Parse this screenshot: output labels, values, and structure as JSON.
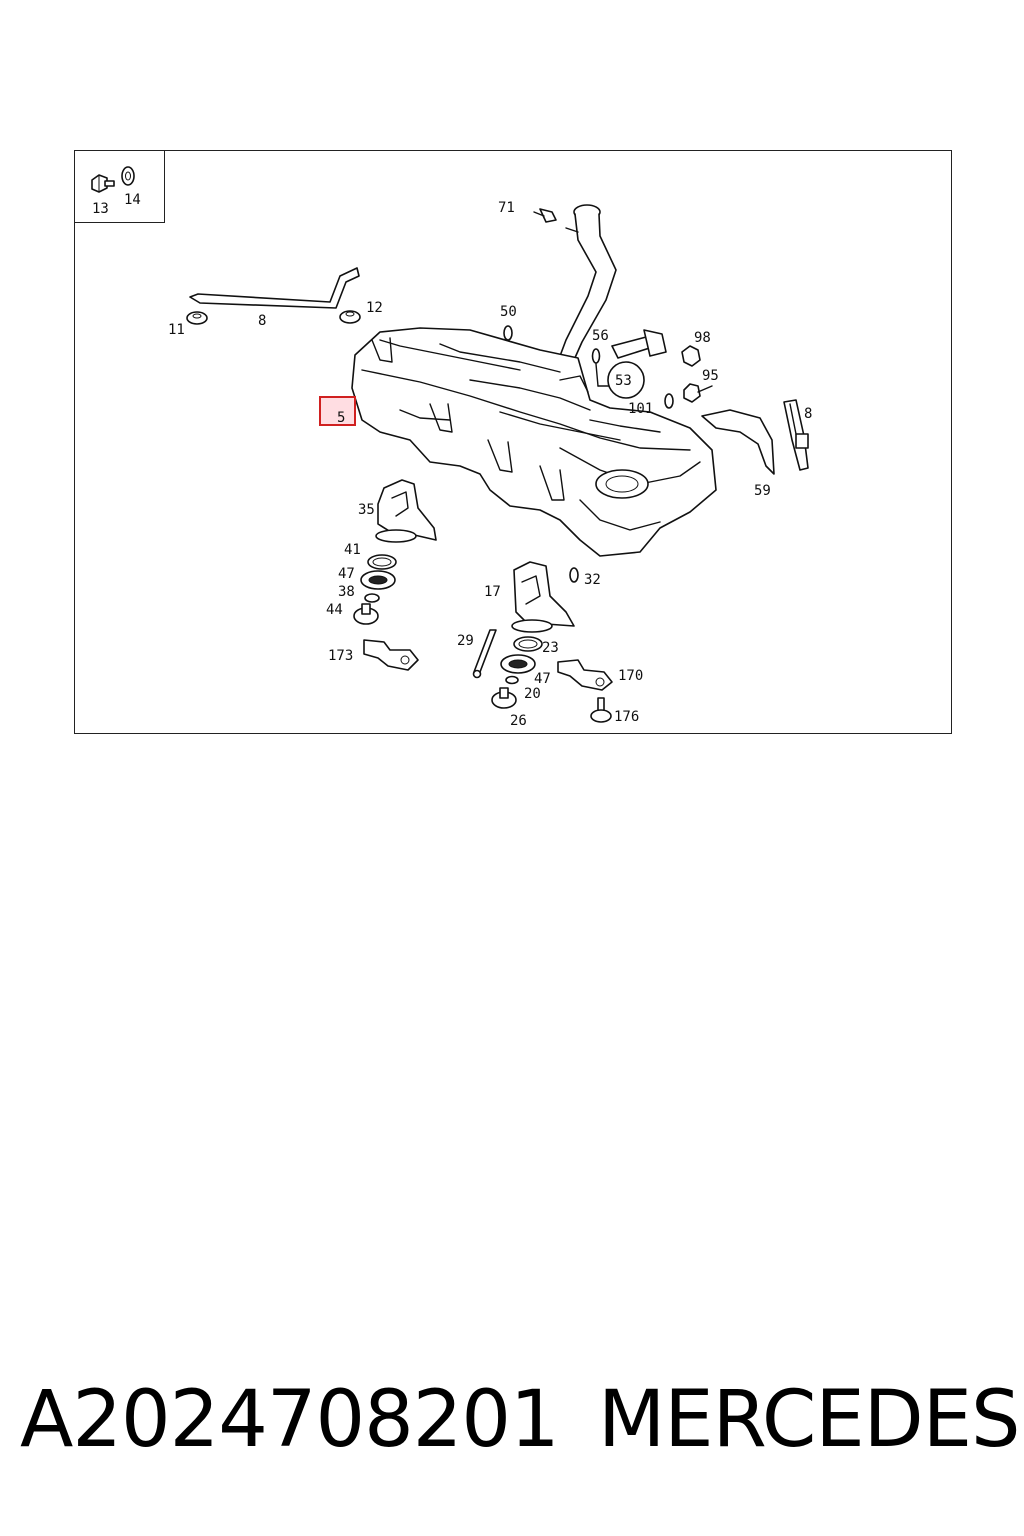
{
  "diagram": {
    "highlighted_callout": "5",
    "callouts": {
      "c13": "13",
      "c14": "14",
      "c71": "71",
      "c11": "11",
      "c8a": "8",
      "c12": "12",
      "c50": "50",
      "c56": "56",
      "c98": "98",
      "c53": "53",
      "c95": "95",
      "c5": "5",
      "c101": "101",
      "c8b": "8",
      "c59": "59",
      "c35": "35",
      "c41": "41",
      "c47a": "47",
      "c38": "38",
      "c44": "44",
      "c32": "32",
      "c17": "17",
      "c29": "29",
      "c23": "23",
      "c173": "173",
      "c170": "170",
      "c47b": "47",
      "c20": "20",
      "c26": "26",
      "c176": "176"
    }
  },
  "footer": {
    "part_number": "A2024708201",
    "brand": "MERCEDES"
  }
}
